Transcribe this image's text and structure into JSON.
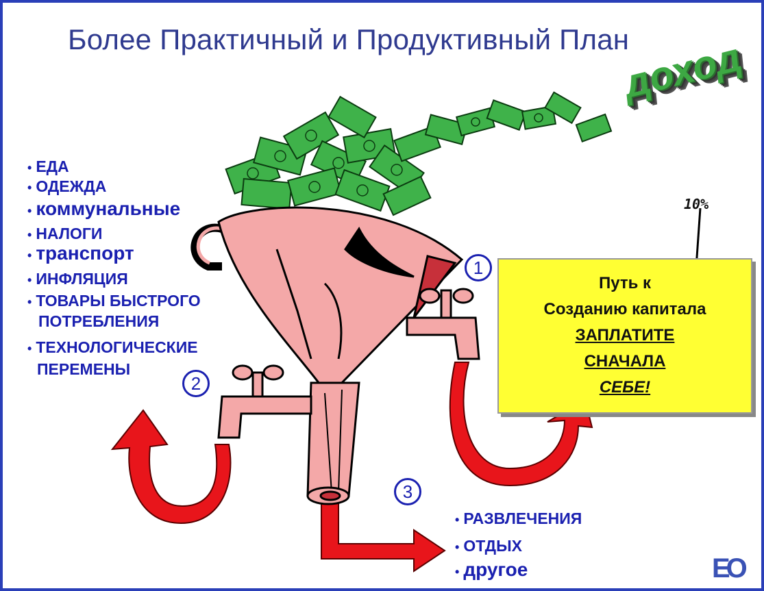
{
  "title": "Более Практичный и Продуктивный План",
  "income_label": "доход",
  "percent_label": "10%",
  "expenses_left": [
    {
      "text": "ЕДА",
      "size": "sm"
    },
    {
      "text": "ОДЕЖДА",
      "size": "sm"
    },
    {
      "text": "коммунальные",
      "size": "lg"
    },
    {
      "text": "НАЛОГИ",
      "size": "sm"
    },
    {
      "text": "транспорт",
      "size": "lg"
    },
    {
      "text": "ИНФЛЯЦИЯ",
      "size": "sm"
    },
    {
      "text": "ТОВАРЫ БЫСТРОГО",
      "size": "sm"
    },
    {
      "text": "ПОТРЕБЛЕНИЯ",
      "size": "sm",
      "continuation": true
    },
    {
      "text": "ТЕХНОЛОГИЧЕСКИЕ",
      "size": "sm"
    },
    {
      "text": "ПЕРЕМЕНЫ",
      "size": "sm",
      "continuation": true
    }
  ],
  "expenses_bottom": [
    {
      "text": "РАЗВЛЕЧЕНИЯ",
      "size": "sm"
    },
    {
      "text": "ОТДЫХ",
      "size": "sm"
    },
    {
      "text": "другое",
      "size": "lg"
    }
  ],
  "steps": [
    "1",
    "2",
    "3"
  ],
  "box": {
    "line1": "Путь к",
    "line2": "Созданию капитала",
    "line3": "ЗАПЛАТИТЕ",
    "line4": "СНАЧАЛА",
    "line5": "СЕБЕ!"
  },
  "logo": "EO",
  "colors": {
    "border": "#2a3fb8",
    "text_blue": "#1a20b0",
    "funnel": "#f4a8a8",
    "arrow_red": "#e8151b",
    "money_green": "#3da843",
    "box_yellow": "#ffff33"
  }
}
